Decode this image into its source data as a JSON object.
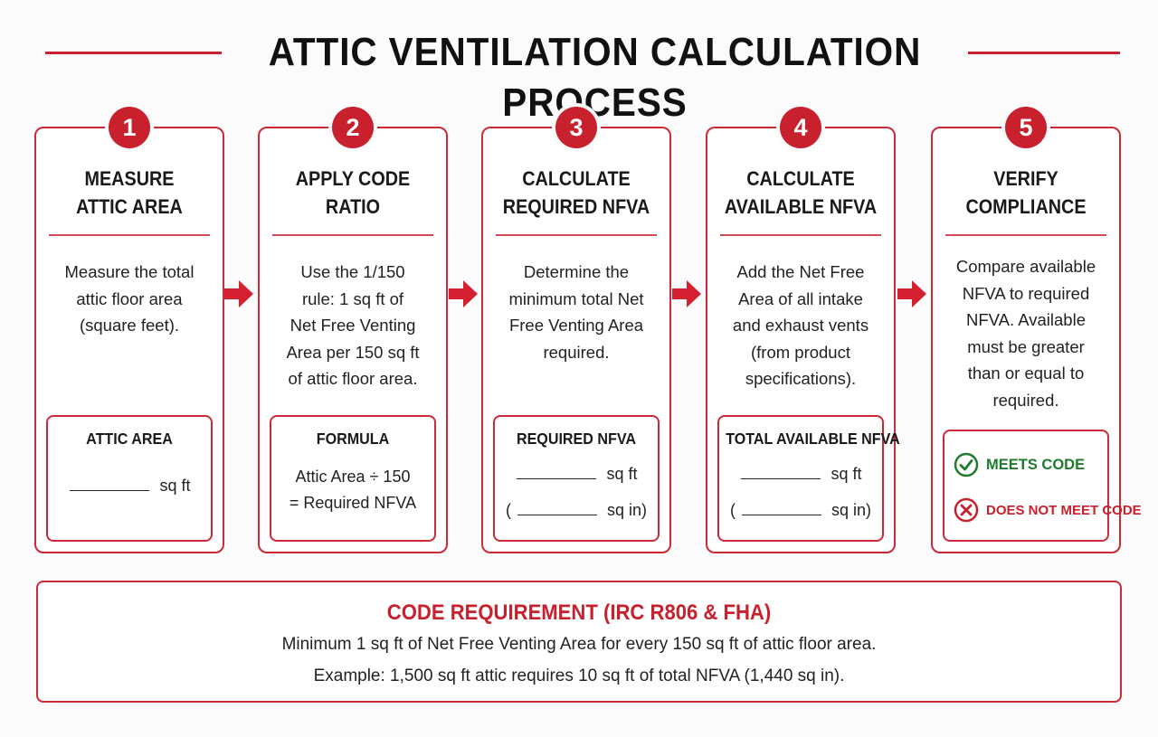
{
  "header": {
    "title": "ATTIC VENTILATION CALCULATION PROCESS"
  },
  "steps": [
    {
      "number": "1",
      "title_line1": "MEASURE",
      "title_line2": "ATTIC AREA",
      "desc_lines": [
        "Measure the total",
        "attic floor area",
        "(square feet)."
      ],
      "box_title": "ATTIC AREA",
      "box_unit": "sq ft"
    },
    {
      "number": "2",
      "title_line1": "APPLY CODE",
      "title_line2": "RATIO",
      "desc_lines": [
        "Use the 1/150",
        "rule: 1 sq ft of",
        "Net Free Venting",
        "Area per 150 sq ft",
        "of attic floor area."
      ],
      "box_title": "FORMULA",
      "formula_line1": "Attic Area ÷ 150",
      "formula_line2": "= Required NFVA"
    },
    {
      "number": "3",
      "title_line1": "CALCULATE",
      "title_line2": "REQUIRED NFVA",
      "desc_lines": [
        "Determine the",
        "minimum total Net",
        "Free Venting Area",
        "required."
      ],
      "box_title": "REQUIRED NFVA",
      "unit1": "sq ft",
      "paren_open": "(",
      "unit2": "sq in)"
    },
    {
      "number": "4",
      "title_line1": "CALCULATE",
      "title_line2": "AVAILABLE NFVA",
      "desc_lines": [
        "Add the Net Free",
        "Area of all intake",
        "and exhaust vents",
        "(from product",
        "specifications)."
      ],
      "box_title": "TOTAL AVAILABLE NFVA",
      "unit1": "sq ft",
      "paren_open": "(",
      "unit2": "sq in)"
    },
    {
      "number": "5",
      "title_line1": "VERIFY",
      "title_line2": "COMPLIANCE",
      "desc_lines": [
        "Compare available",
        "NFVA to required",
        "NFVA. Available",
        "must be greater",
        "than or equal to",
        "required."
      ],
      "status_meets": "MEETS CODE",
      "status_fails": "DOES NOT MEET CODE"
    }
  ],
  "code": {
    "title": "CODE REQUIREMENT (IRC R806 & FHA)",
    "line1": "Minimum 1 sq ft of Net Free Venting Area for every 150 sq ft of attic floor area.",
    "line2": "Example: 1,500 sq ft attic requires 10 sq ft of total NFVA (1,440 sq in)."
  },
  "colors": {
    "accent": "#c8202d",
    "success": "#1f7a2e"
  }
}
